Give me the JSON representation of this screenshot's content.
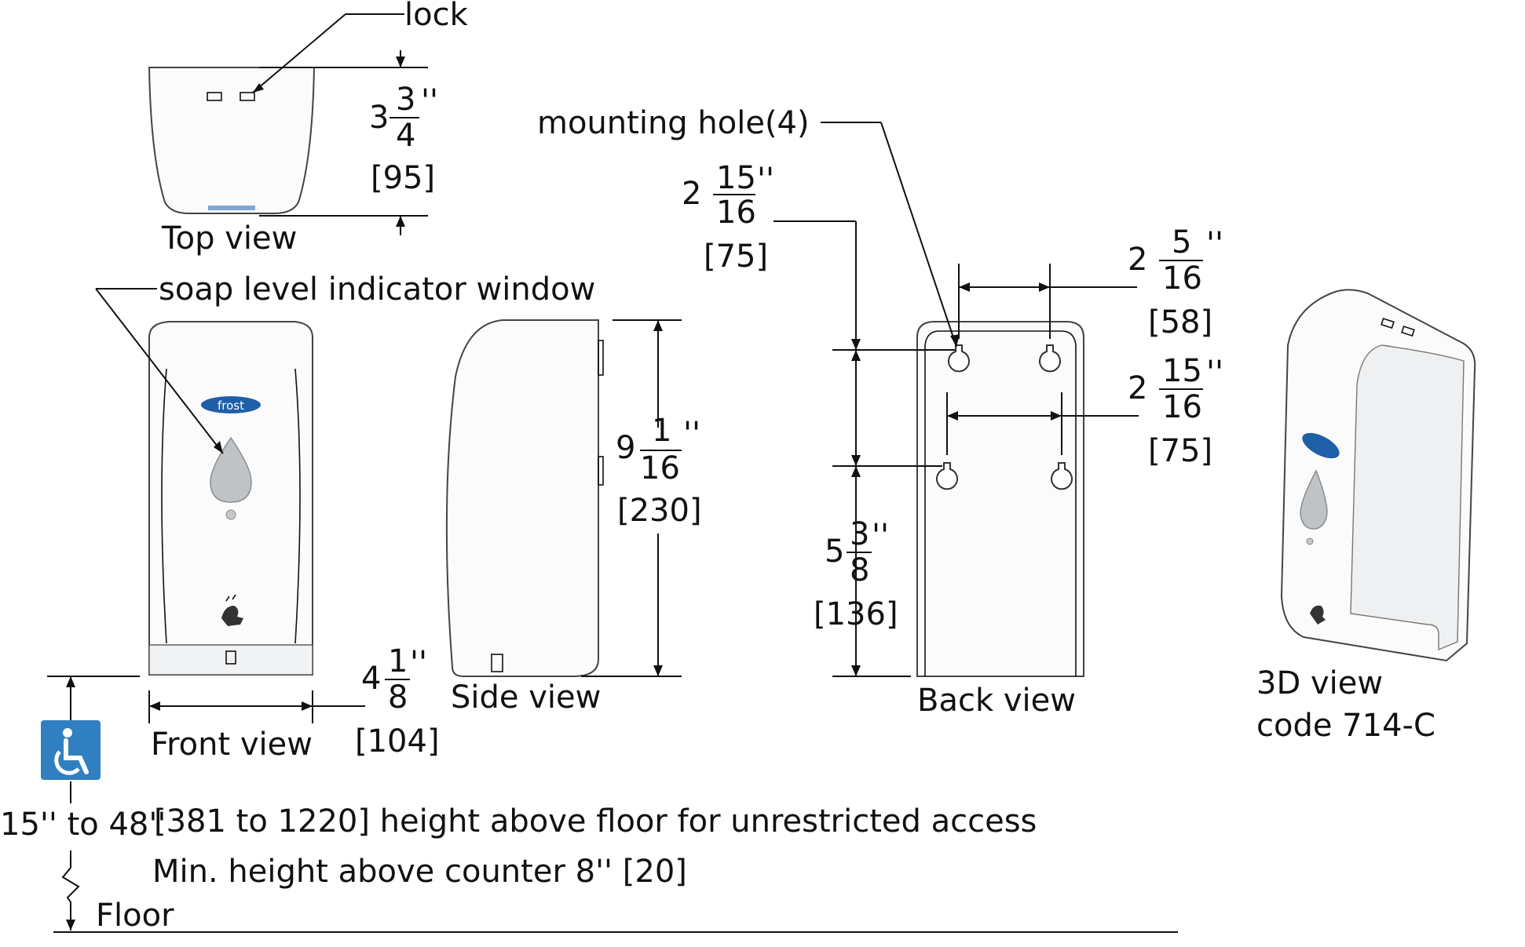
{
  "views": {
    "top": "Top view",
    "front": "Front view",
    "side": "Side view",
    "back": "Back view",
    "iso_line1": "3D view",
    "iso_line2": "code 714-C"
  },
  "callouts": {
    "lock": "lock",
    "soap_window": "soap level indicator window",
    "mounting_hole": "mounting hole(4)",
    "floor": "Floor"
  },
  "brand": "frost",
  "dimensions": {
    "depth": {
      "whole": "3",
      "num": "3",
      "den": "4",
      "inch": "''",
      "mm": "[95]"
    },
    "width": {
      "whole": "4",
      "num": "1",
      "den": "8",
      "inch": "''",
      "mm": "[104]"
    },
    "height": {
      "whole": "9",
      "num": "1",
      "den": "16",
      "inch": "''",
      "mm": "[230]"
    },
    "top_hole": {
      "whole": "2",
      "num": "15",
      "den": "16",
      "inch": "''",
      "mm": "[75]"
    },
    "upper_spacing": {
      "whole": "2",
      "num": "5",
      "den": "16",
      "inch": "''",
      "mm": "[58]"
    },
    "lower_spacing": {
      "whole": "2",
      "num": "15",
      "den": "16",
      "inch": "''",
      "mm": "[75]"
    },
    "bottom_hole": {
      "whole": "5",
      "num": "3",
      "den": "8",
      "inch": "''",
      "mm": "[136]"
    }
  },
  "notes": {
    "range": "15'' to 48''",
    "unrestricted": "[381 to 1220] height above floor for unrestricted access",
    "min_counter": "Min. height above counter 8'' [20]"
  },
  "colors": {
    "accessibility_blue": "#2f7fc1",
    "logo_blue": "#1f5fa8",
    "line": "#111111"
  },
  "icons": {
    "accessibility": "wheelchair-icon",
    "hand": "hand-sensor-icon"
  }
}
